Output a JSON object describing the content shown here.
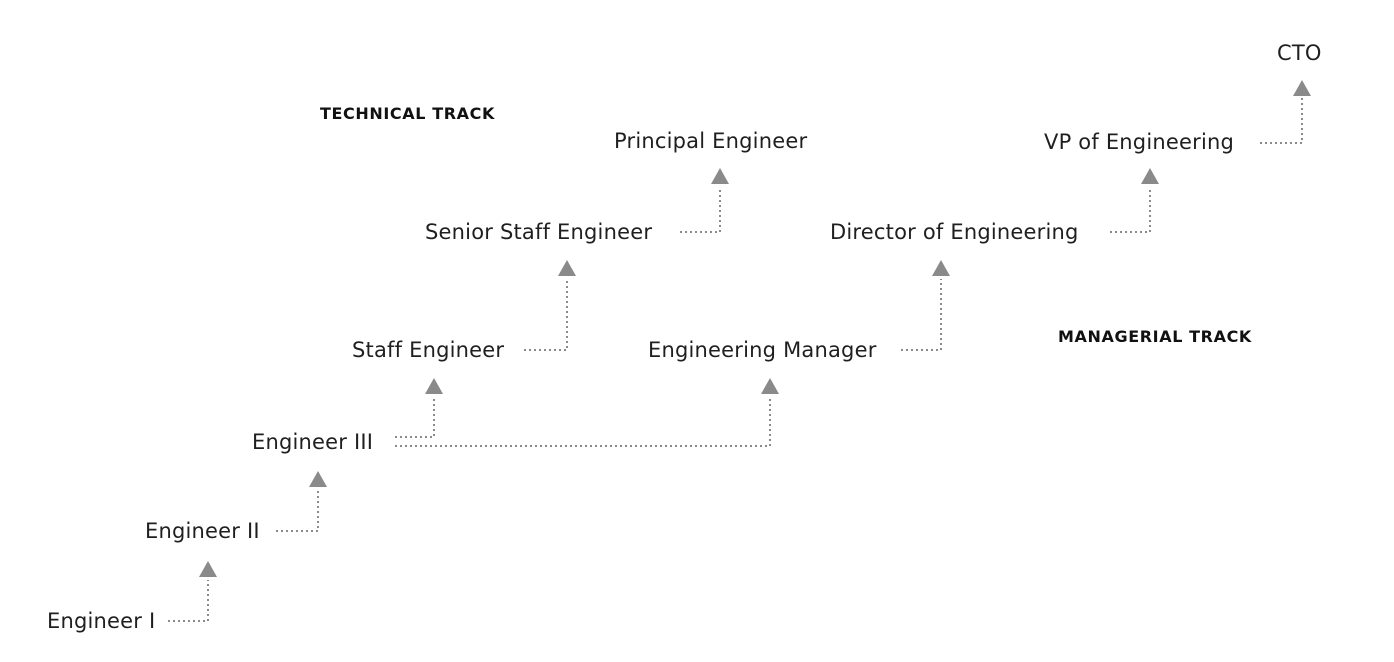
{
  "tracks": {
    "technical": "TECHNICAL TRACK",
    "managerial": "MANAGERIAL TRACK"
  },
  "nodes": {
    "engineer_1": "Engineer I",
    "engineer_2": "Engineer II",
    "engineer_3": "Engineer III",
    "staff_engineer": "Staff Engineer",
    "senior_staff_engineer": "Senior Staff Engineer",
    "principal_engineer": "Principal Engineer",
    "engineering_manager": "Engineering Manager",
    "director_of_engineering": "Director of Engineering",
    "vp_of_engineering": "VP of Engineering",
    "cto": "CTO"
  },
  "colors": {
    "text": "#1f1f1f",
    "connector": "#8a8a8a",
    "arrow": "#8a8a8a"
  }
}
